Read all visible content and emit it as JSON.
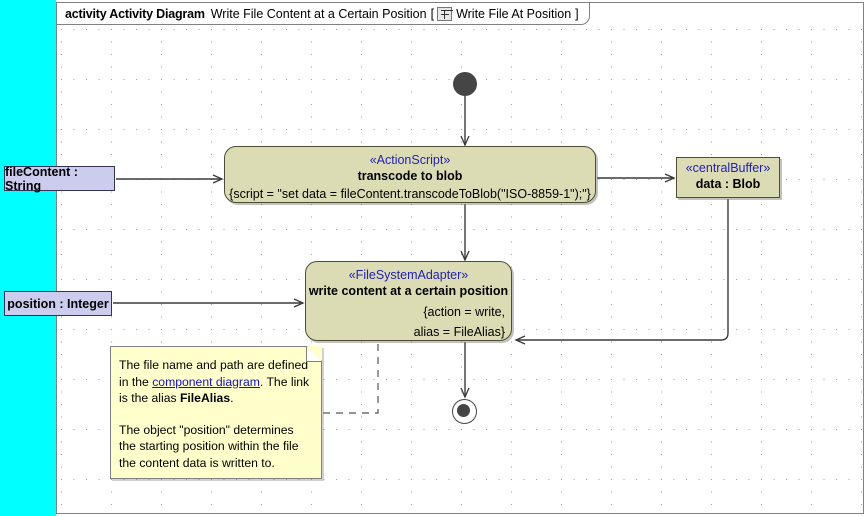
{
  "frame": {
    "keyword": "activity Activity Diagram",
    "name": "Write File Content at a Certain Position",
    "bracket_open": "[",
    "icon": "activity-diagram-icon",
    "qualified_name": "Write File At Position",
    "bracket_close": "]"
  },
  "colors": {
    "canvas": "#ffffff",
    "left_strip": "#00ffff",
    "action_fill": "#dcdcb4",
    "action_border": "#4d4d33",
    "stereotype_text": "#2222bb",
    "pin_fill": "#ccccee",
    "pin_border": "#333355",
    "note_fill": "#ffffcc",
    "note_border": "#808080",
    "node_marker": "#454545",
    "link_text": "#1111cc",
    "grid_dot": "#9a9a9a"
  },
  "nodes": {
    "initial": {
      "name": "initial-node"
    },
    "final": {
      "name": "activity-final-node"
    },
    "transcode": {
      "stereotype": "«ActionScript»",
      "name": "transcode to blob",
      "body": "{script = \"set data = fileContent.transcodeToBlob(\"ISO-8859-1\");\"}"
    },
    "write": {
      "stereotype": "«FileSystemAdapter»",
      "name": "write content at a certain position",
      "body_line1": "{action = write,",
      "body_line2": "alias = FileAlias}"
    },
    "central_buffer": {
      "stereotype": "«centralBuffer»",
      "name": "data : Blob"
    }
  },
  "pins": [
    {
      "label": "fileContent : String"
    },
    {
      "label": "position : Integer"
    }
  ],
  "note": {
    "p1_a": "The file name and path are defined",
    "p1_b": "in the ",
    "p1_link": "component diagram",
    "p1_c": ". The link",
    "p1_d": "is the alias ",
    "p1_bold": "FileAlias",
    "p1_e": ".",
    "p2": "The object \"position\" determines the starting position within the file the content data is written to."
  }
}
